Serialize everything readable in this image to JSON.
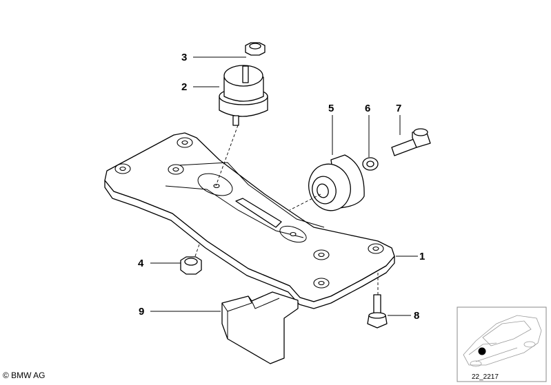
{
  "parts": [
    {
      "number": "1"
    },
    {
      "number": "2"
    },
    {
      "number": "3"
    },
    {
      "number": "4"
    },
    {
      "number": "5"
    },
    {
      "number": "6"
    },
    {
      "number": "7"
    },
    {
      "number": "8"
    },
    {
      "number": "9"
    }
  ],
  "copyright": "© BMW AG",
  "reference_code": "22_2217"
}
